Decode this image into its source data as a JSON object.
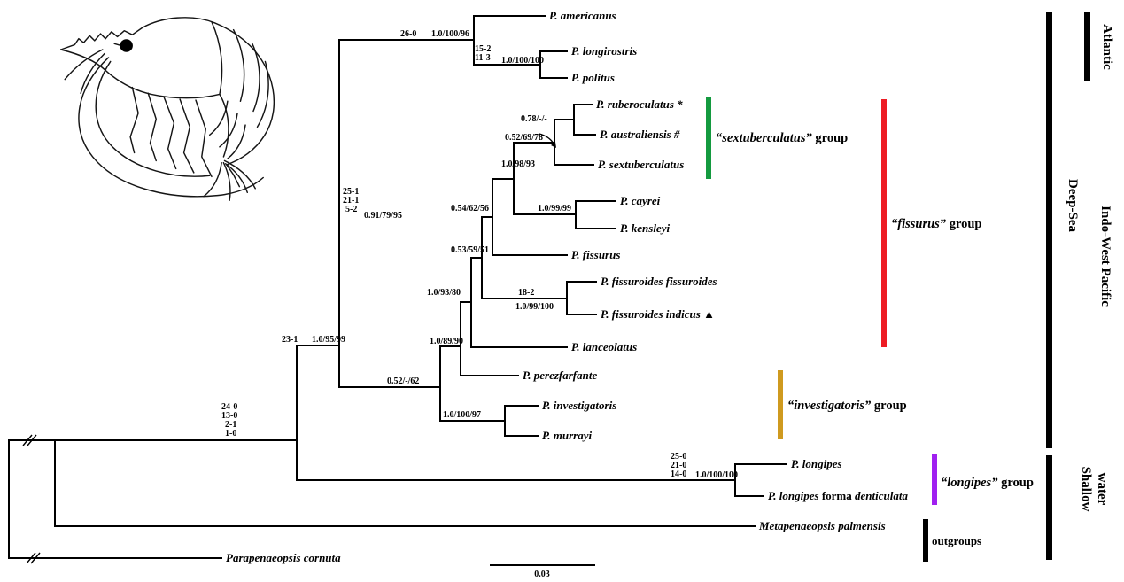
{
  "colors": {
    "branch_black": "#000000",
    "char_red": "#e01f1f",
    "sextuberculatus_green": "#149a3f",
    "fissurus_red": "#ed1c24",
    "investigatoris_gold": "#cf9a1f",
    "longipes_purple": "#a020f0",
    "bar_black": "#000000"
  },
  "taxa": [
    {
      "label": "P. americanus"
    },
    {
      "label": "P. longirostris"
    },
    {
      "label": "P. politus"
    },
    {
      "label": "P. ruberoculatus *"
    },
    {
      "label": "P. australiensis #"
    },
    {
      "label": "P. sextuberculatus"
    },
    {
      "label": "P. cayrei"
    },
    {
      "label": "P. kensleyi"
    },
    {
      "label": "P. fissurus"
    },
    {
      "label": "P. fissuroides fissuroides"
    },
    {
      "label": "P. fissuroides indicus ▲"
    },
    {
      "label": "P. lanceolatus"
    },
    {
      "label": "P. perezfarfante"
    },
    {
      "label": "P. investigatoris"
    },
    {
      "label": "P. murrayi"
    },
    {
      "label": "P. longipes"
    },
    {
      "p1": "P. longipes ",
      "p2": "forma ",
      "p3": "denticulata"
    },
    {
      "label": "Metapenaeopsis palmensis"
    },
    {
      "label": "Parapenaeopsis cornuta"
    }
  ],
  "supports": {
    "atlantic": "1.0/100/96",
    "longirostris_politus": "1.0/100/100",
    "ruberoculatus_australiensis": "0.78/-/-",
    "arrow_node": "0.52/69/78",
    "sextuberculatus_group": "1.0/98/93",
    "cayrei_kensleyi": "1.0/99/99",
    "sextub_cayrei": "0.54/62/56",
    "plus_fissurus": "0.53/59/51",
    "fissuroides_pair": "1.0/99/100",
    "plus_fissuroides": "1.0/93/80",
    "plus_lanceolatus": "1.0/89/90",
    "indo_west_pacific": "0.52/-/62",
    "investigatoris_murrayi": "1.0/100/97",
    "penaeopsis": "1.0/95/99",
    "deep_sea_clade": "0.91/79/95",
    "longipes_pair": "1.0/100/100"
  },
  "char_changes": {
    "atlantic": "26-0",
    "lonpol_1": "15-2",
    "lonpol_2": "11-3",
    "deep_1": "25-1",
    "deep_2": "21-1",
    "deep_3": "5-2",
    "penaeopsis": "23-1",
    "stem_1": "24-0",
    "stem_2": "13-0",
    "stem_3": "2-1",
    "stem_4": "1-0",
    "fissuroides": "18-2",
    "longipes_1": "25-0",
    "longipes_2": "21-0",
    "longipes_3": "14-0"
  },
  "groups": {
    "sextuberculatus": {
      "name": "“sextuberculatus”",
      "suffix": " group"
    },
    "fissurus": {
      "name": "“fissurus”",
      "suffix": " group"
    },
    "investigatoris": {
      "name": "“investigatoris”",
      "suffix": " group"
    },
    "longipes": {
      "name": "“longipes”",
      "suffix": " group"
    },
    "outgroups": "outgroups"
  },
  "regions": {
    "atlantic": "Atlantic",
    "deep_sea": "Deep-Sea",
    "indo_west_pacific": "Indo-West Pacific",
    "shallow_line1": "Shallow",
    "shallow_line2": "water"
  },
  "scale_bar": {
    "label": "0.03"
  }
}
